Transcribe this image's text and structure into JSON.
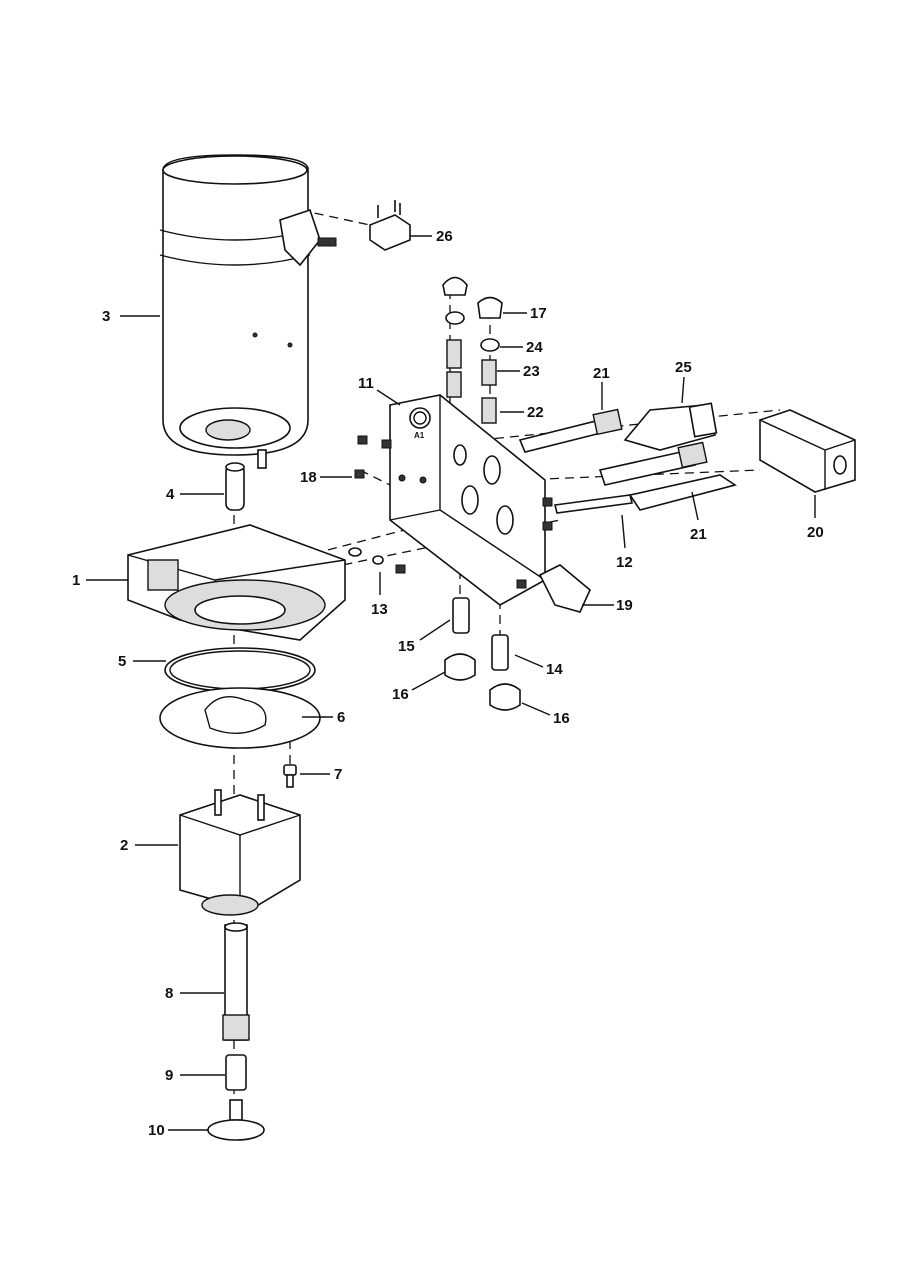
{
  "diagram": {
    "block_port_label": "A1",
    "callouts": {
      "c1": "1",
      "c2": "2",
      "c3": "3",
      "c4": "4",
      "c5": "5",
      "c6": "6",
      "c7": "7",
      "c8": "8",
      "c9": "9",
      "c10": "10",
      "c11": "11",
      "c12": "12",
      "c13": "13",
      "c14": "14",
      "c15": "15",
      "c16a": "16",
      "c16b": "16",
      "c17": "17",
      "c18": "18",
      "c19": "19",
      "c20": "20",
      "c21a": "21",
      "c21b": "21",
      "c22": "22",
      "c23": "23",
      "c24": "24",
      "c25": "25",
      "c26": "26"
    }
  }
}
